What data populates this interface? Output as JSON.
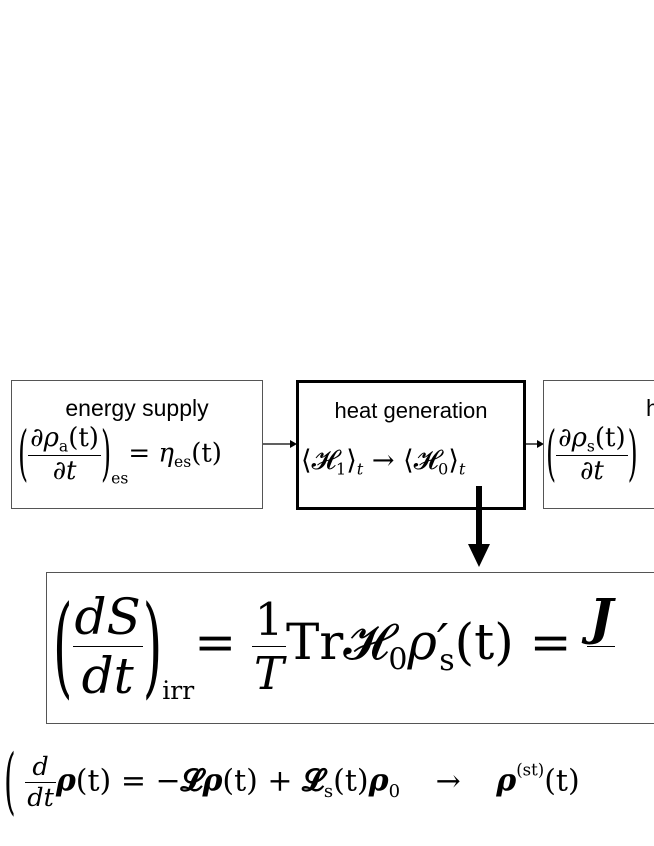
{
  "boxes": {
    "energy_supply": {
      "label": "energy supply",
      "eq": {
        "d_rho": "∂ρ",
        "sub_a": "a",
        "t_arg": "(t)",
        "den": "∂t",
        "sub_es": "es",
        "equals": "=",
        "eta": "η",
        "eta_sub": "es",
        "eta_arg": "(t)"
      }
    },
    "heat_generation": {
      "label": "heat generation",
      "eq": {
        "lhs_open": "⟨",
        "H": "𝓗",
        "H1_sub": "1",
        "rhs_close": "⟩",
        "t_sub": "t",
        "arrow": "→",
        "H0_sub": "0"
      }
    },
    "heat_release": {
      "label": "h",
      "eq": {
        "d_rho": "∂ρ",
        "sub_s": "s",
        "t_arg": "(t)",
        "den": "∂t"
      }
    }
  },
  "entropy_eq": {
    "dS": "dS",
    "dt": "dt",
    "irr": "irr",
    "equals1": "=",
    "one": "1",
    "T": "T",
    "Tr": "Tr",
    "H": "𝓗",
    "H_sub": "0",
    "rho": "ρ′",
    "rho_sub": "s",
    "t_arg": "(t)",
    "equals2": "=",
    "J": "J"
  },
  "bottom_eq": {
    "open": "(",
    "d": "d",
    "dt": "dt",
    "rho": "ρ",
    "t_arg": "(t)",
    "equals": "=",
    "minus": "−",
    "L": "𝓛",
    "plus": "+",
    "Ls_sub": "s",
    "rho0_sub": "0",
    "arrow": "→",
    "st": "(st)"
  }
}
